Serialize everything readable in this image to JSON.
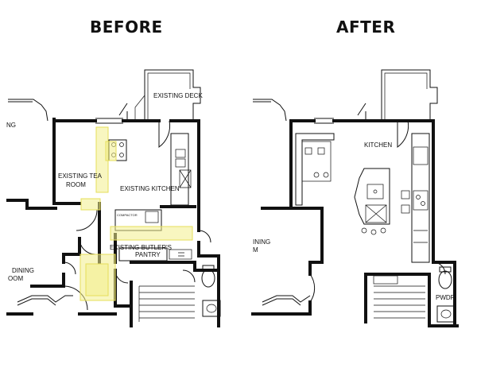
{
  "headings": {
    "before": "BEFORE",
    "after": "AFTER"
  },
  "before_plan": {
    "labels": {
      "existing_deck": "EXISTING DECK",
      "existing_tea": "EXISTING TEA",
      "room": "ROOM",
      "existing_kitchen": "EXISTING KITCHEN",
      "compactor": "COMPACTOR",
      "existing_butlers": "EXISTING BUTLER'S",
      "pantry": "PANTRY",
      "dining": "DINING",
      "room_cut": "OOM",
      "ng_cut": "NG"
    }
  },
  "after_plan": {
    "labels": {
      "kitchen": "KITCHEN",
      "pwdr": "PWDR",
      "dining_cut": "INING",
      "room_cut": "M"
    }
  },
  "highlight_color": "#f3ef8c"
}
